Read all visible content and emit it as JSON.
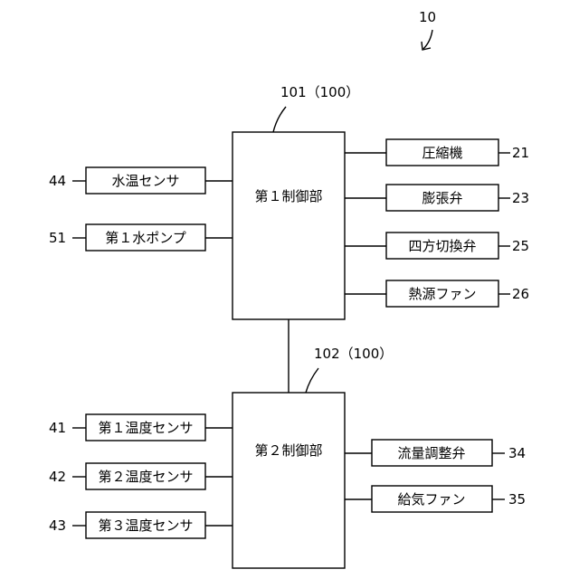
{
  "figure_ref": "10",
  "controllers": [
    {
      "ref": "101（100）",
      "label": "第１制御部"
    },
    {
      "ref": "102（100）",
      "label": "第２制御部"
    }
  ],
  "controller1_inputs": [
    {
      "num": "44",
      "label": "水温センサ"
    },
    {
      "num": "51",
      "label": "第１水ポンプ"
    }
  ],
  "controller1_outputs": [
    {
      "num": "21",
      "label": "圧縮機"
    },
    {
      "num": "23",
      "label": "膨張弁"
    },
    {
      "num": "25",
      "label": "四方切換弁"
    },
    {
      "num": "26",
      "label": "熱源ファン"
    }
  ],
  "controller2_inputs": [
    {
      "num": "41",
      "label": "第１温度センサ"
    },
    {
      "num": "42",
      "label": "第２温度センサ"
    },
    {
      "num": "43",
      "label": "第３温度センサ"
    }
  ],
  "controller2_outputs": [
    {
      "num": "34",
      "label": "流量調整弁"
    },
    {
      "num": "35",
      "label": "給気ファン"
    }
  ]
}
